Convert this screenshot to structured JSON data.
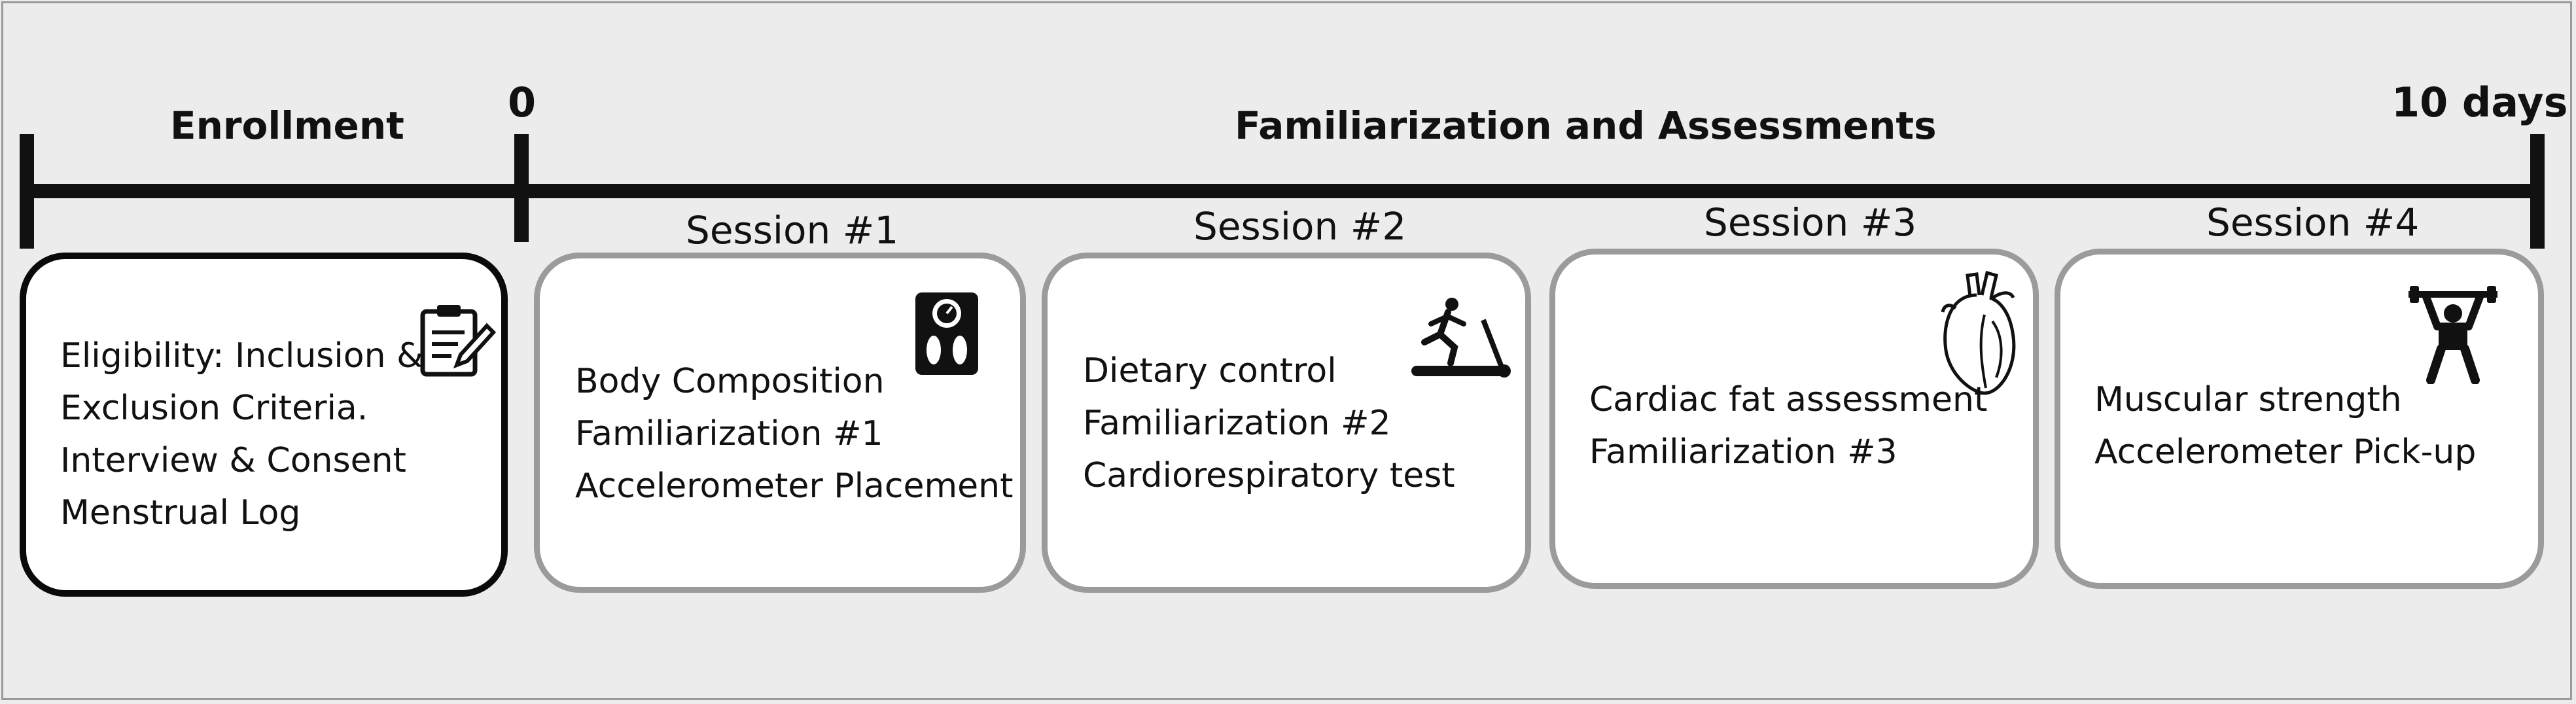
{
  "timeline": {
    "enrollment_label": "Enrollment",
    "start_label": "0",
    "phase_label": "Familiarization and Assessments",
    "end_label": "10 days"
  },
  "enrollment_box": {
    "lines": [
      "Eligibility: Inclusion &",
      "Exclusion Criteria.",
      "Interview & Consent",
      "Menstrual Log"
    ],
    "icon": "clipboard-edit-icon"
  },
  "sessions": [
    {
      "title": "Session #1",
      "lines": [
        "Body Composition",
        "Familiarization #1",
        "Accelerometer Placement"
      ],
      "icon": "body-scale-icon"
    },
    {
      "title": "Session #2",
      "lines": [
        "Dietary control",
        "Familiarization #2",
        "Cardiorespiratory test"
      ],
      "icon": "treadmill-runner-icon"
    },
    {
      "title": "Session #3",
      "lines": [
        "Cardiac fat assessment",
        "Familiarization #3"
      ],
      "icon": "heart-icon"
    },
    {
      "title": "Session #4",
      "lines": [
        "Muscular strength",
        "Accelerometer Pick-up"
      ],
      "icon": "weightlifter-icon"
    }
  ],
  "colors": {
    "background": "#ececec",
    "line": "#111111",
    "box_border_dark": "#0a0a0a",
    "box_border_light": "#9b9b9b"
  }
}
